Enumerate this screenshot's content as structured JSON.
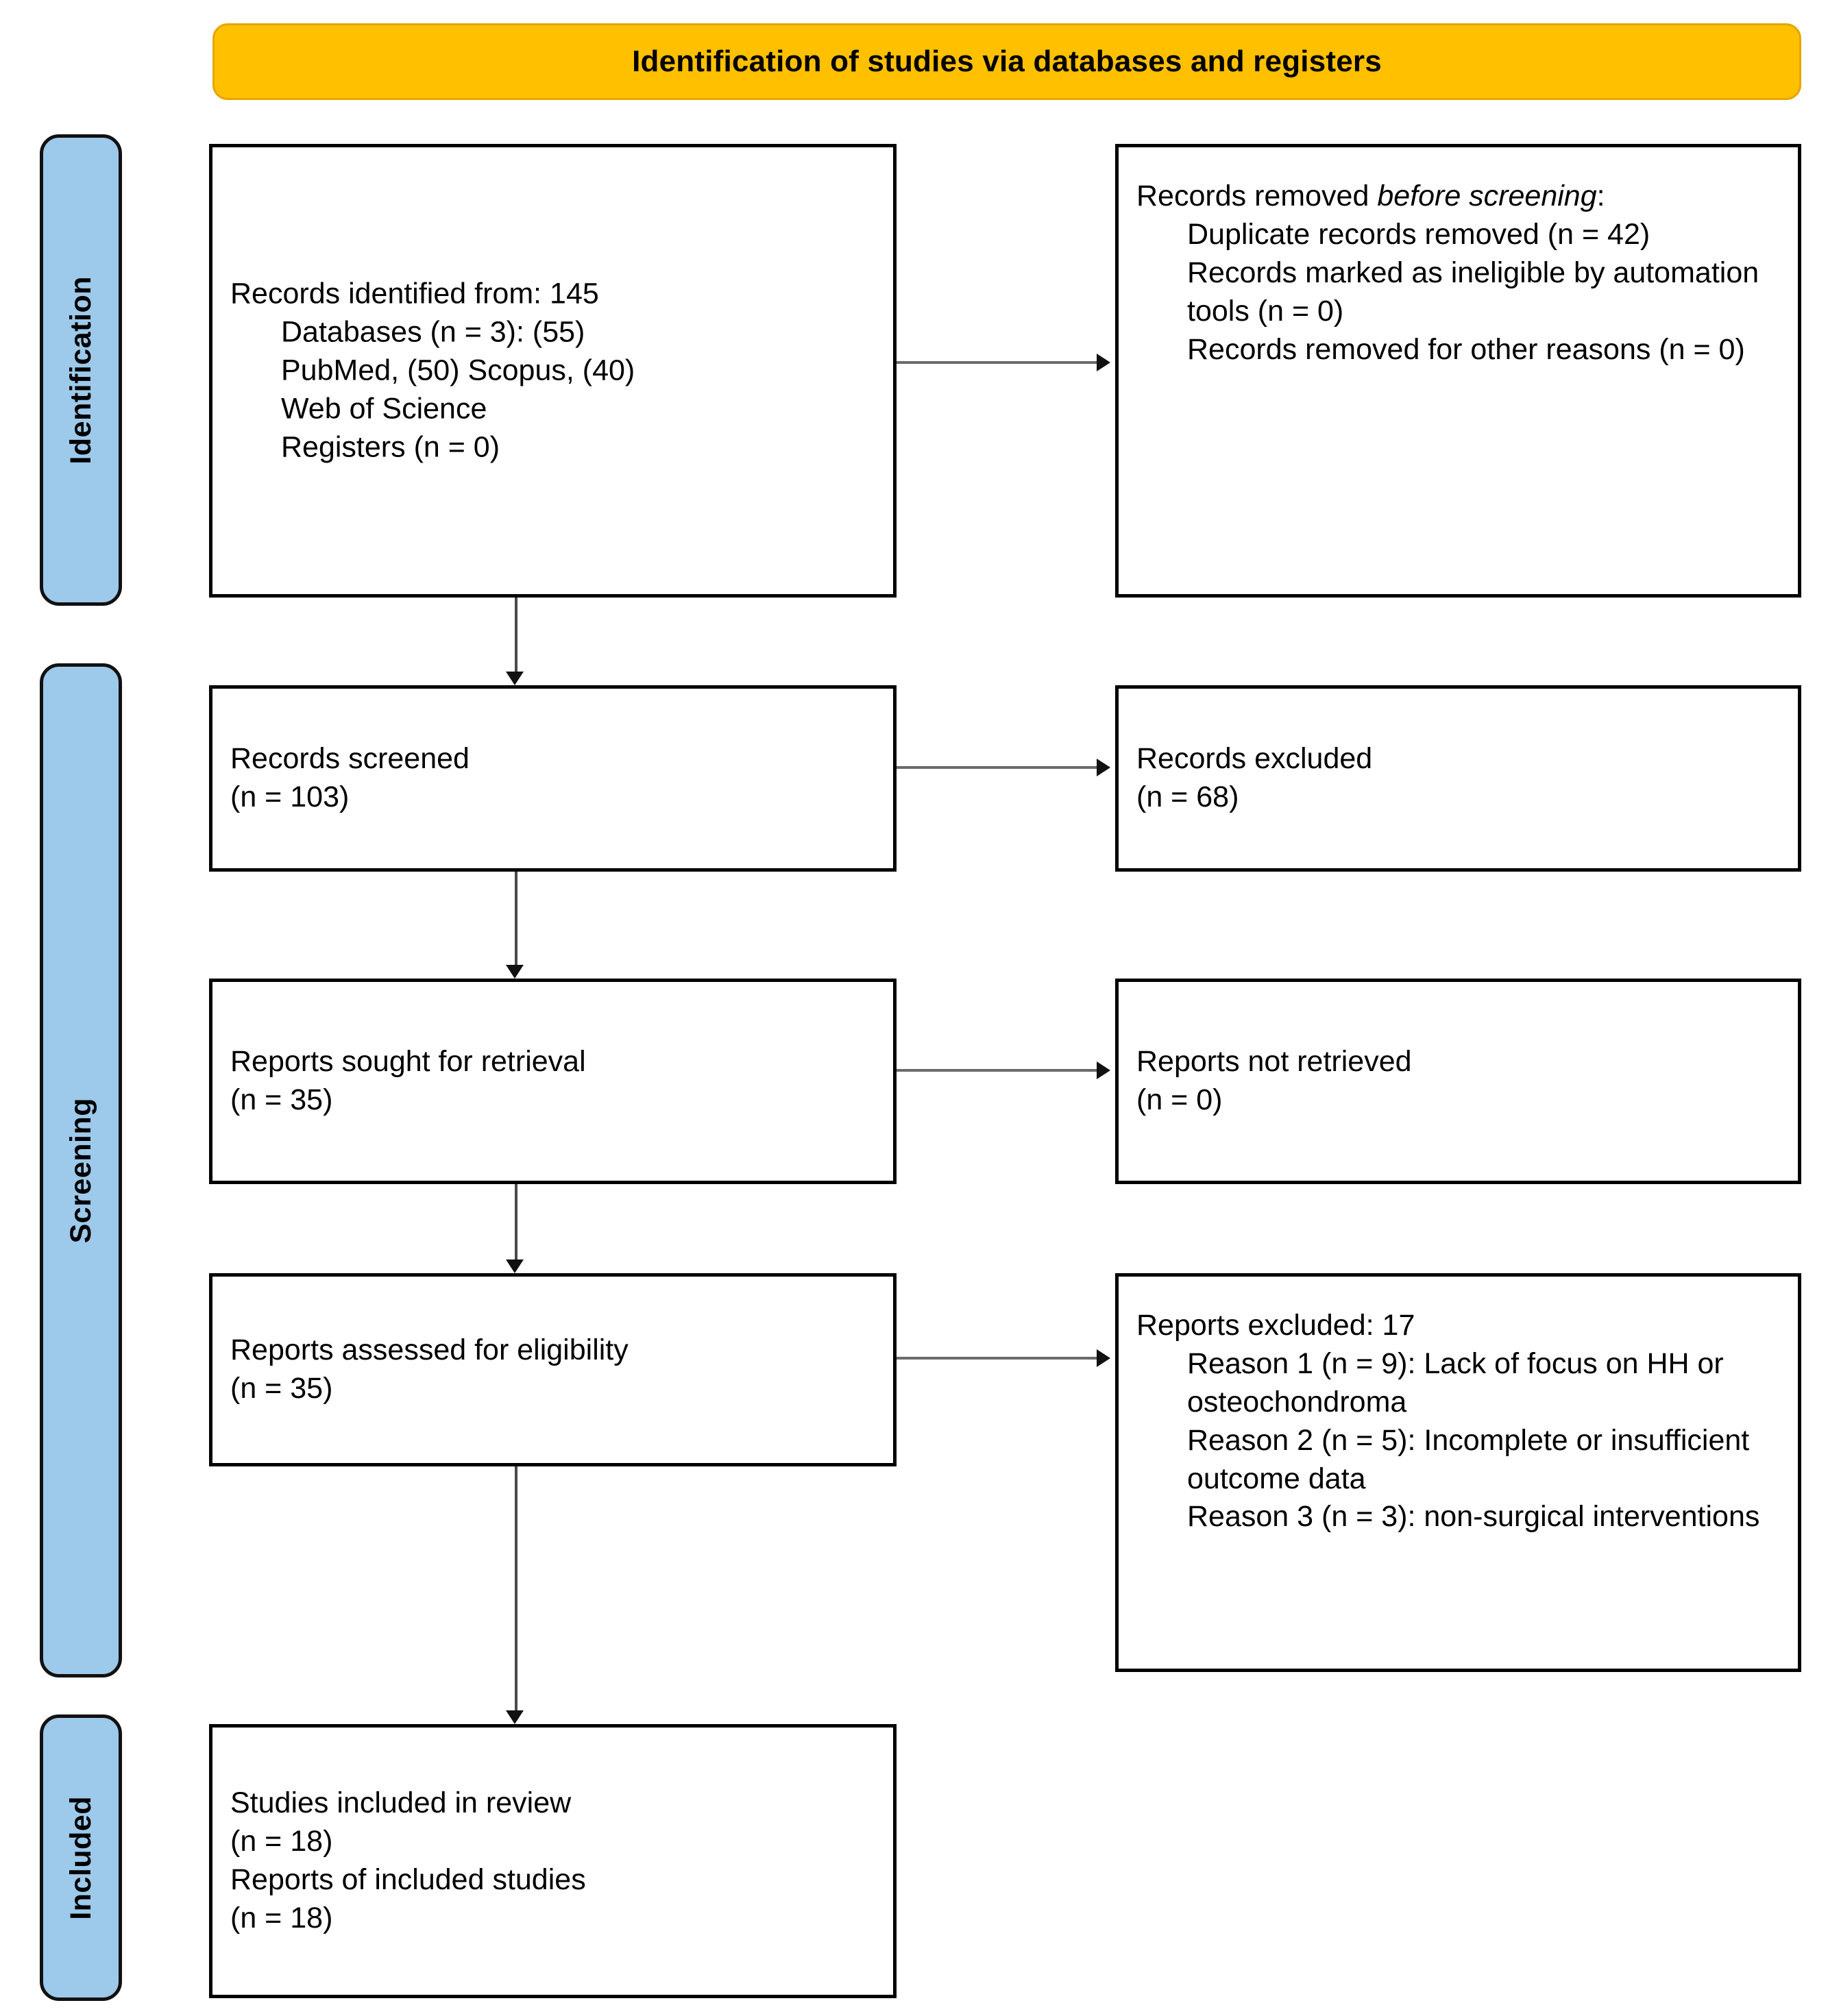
{
  "banner": {
    "title": "Identification of studies via databases and registers"
  },
  "stages": [
    {
      "key": "identification",
      "label": "Identification"
    },
    {
      "key": "screening",
      "label": "Screening"
    },
    {
      "key": "included",
      "label": "Included"
    }
  ],
  "boxes": {
    "identified": {
      "lines": [
        "Records identified from: 145",
        "Databases (n = 3): (55)",
        "PubMed, (50) Scopus, (40)",
        "Web of Science",
        "Registers (n = 0)"
      ]
    },
    "removed": {
      "lead_prefix": "Records removed ",
      "lead_italic": "before screening",
      "lead_suffix": ":",
      "lines": [
        "Duplicate records removed  (n = 42)",
        "Records marked as ineligible by automation tools (n = 0)",
        "Records removed for other reasons (n = 0)"
      ]
    },
    "screened": {
      "lines": [
        "Records screened",
        "(n = 103)"
      ]
    },
    "excluded": {
      "lines": [
        "Records excluded",
        "(n = 68)"
      ]
    },
    "sought": {
      "lines": [
        "Reports sought for retrieval",
        "(n = 35)"
      ]
    },
    "not_retrieved": {
      "lines": [
        "Reports not retrieved",
        "(n = 0)"
      ]
    },
    "assessed": {
      "lines": [
        "Reports assessed for eligibility",
        "(n = 35)"
      ]
    },
    "reports_excluded": {
      "heading": "Reports excluded: 17",
      "reasons": [
        "Reason 1 (n = 9): Lack of focus on HH or osteochondroma",
        "Reason 2 (n = 5): Incomplete or insufficient outcome data",
        "Reason 3 (n = 3): non-surgical interventions"
      ]
    },
    "included": {
      "lines": [
        "Studies included in review",
        "(n = 18)",
        "Reports of included studies",
        "(n = 18)"
      ]
    }
  },
  "colors": {
    "banner_fill": "#FFC000",
    "banner_border": "#E8A400",
    "stage_fill": "#9DC9EA",
    "box_border": "#000000",
    "connector": "#4a4a4a"
  }
}
